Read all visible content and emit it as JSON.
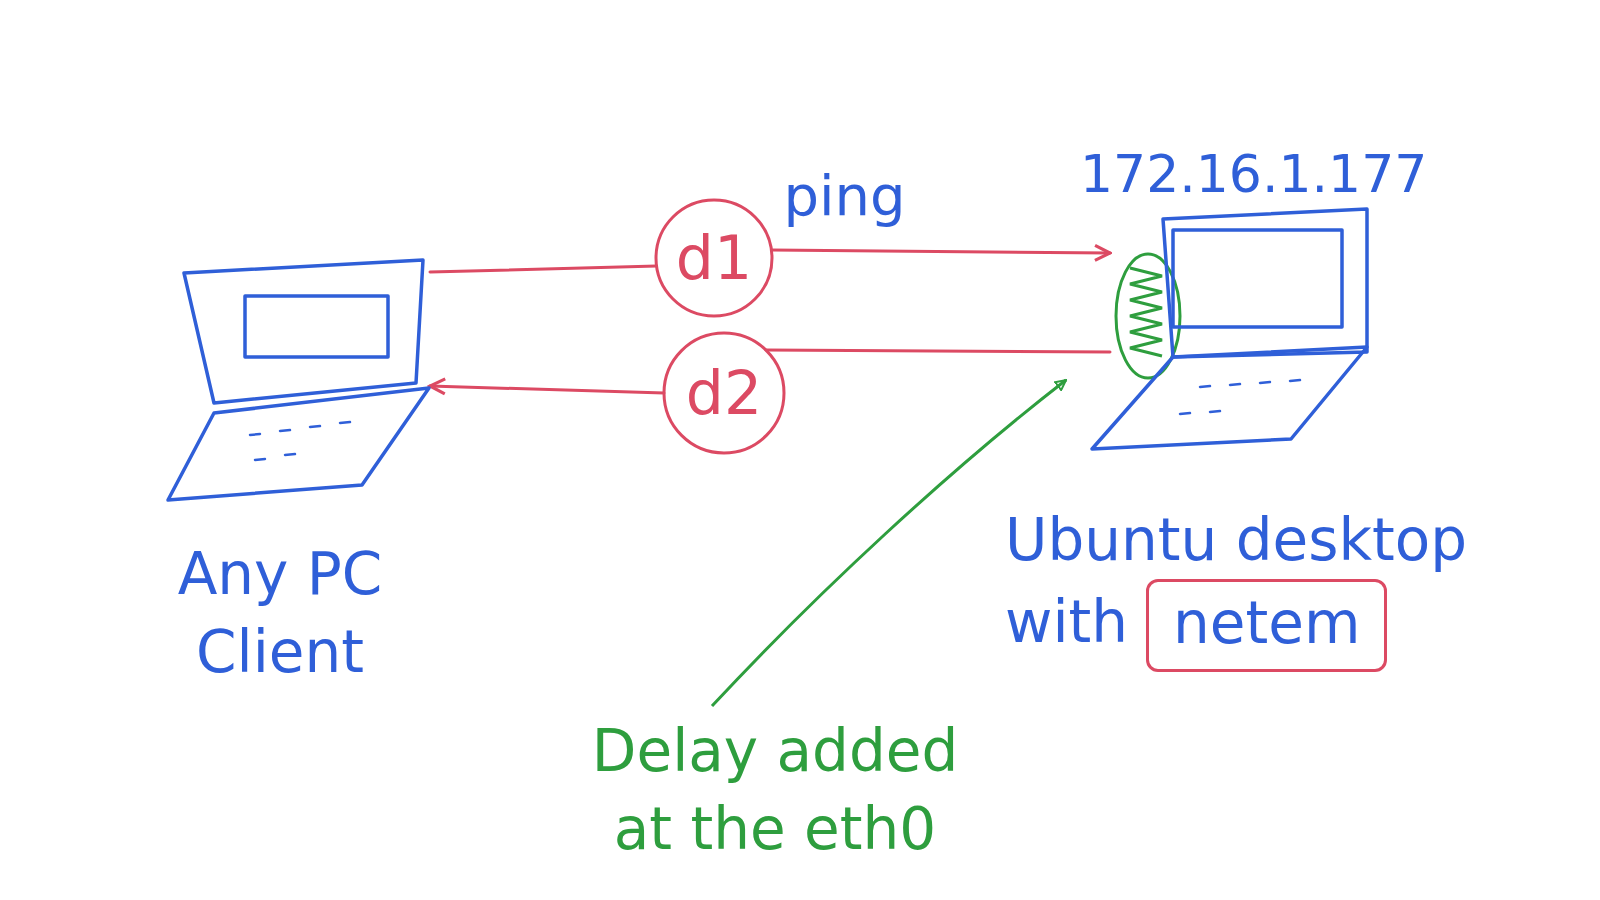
{
  "diagram": {
    "nodes": [
      {
        "text": [
          "Any PC Client"
        ]
      },
      {
        "text": [
          "d1"
        ]
      },
      {
        "text": [
          "d2"
        ]
      },
      {
        "text": [
          "172.16.1.177",
          "Ubuntu desktop with"
        ]
      },
      {
        "text": [
          "netem"
        ],
        "in": 3
      }
    ],
    "edges": [
      {
        "from": 0,
        "to": 1,
        "arrow": "none"
      },
      {
        "from": 1,
        "to": 3,
        "label": "ping",
        "arrow": "to"
      },
      {
        "from": 3,
        "to": 2,
        "arrow": "none"
      },
      {
        "from": 2,
        "to": 0,
        "arrow": "to"
      }
    ],
    "labels": [
      "Delay added at the eth0"
    ]
  }
}
